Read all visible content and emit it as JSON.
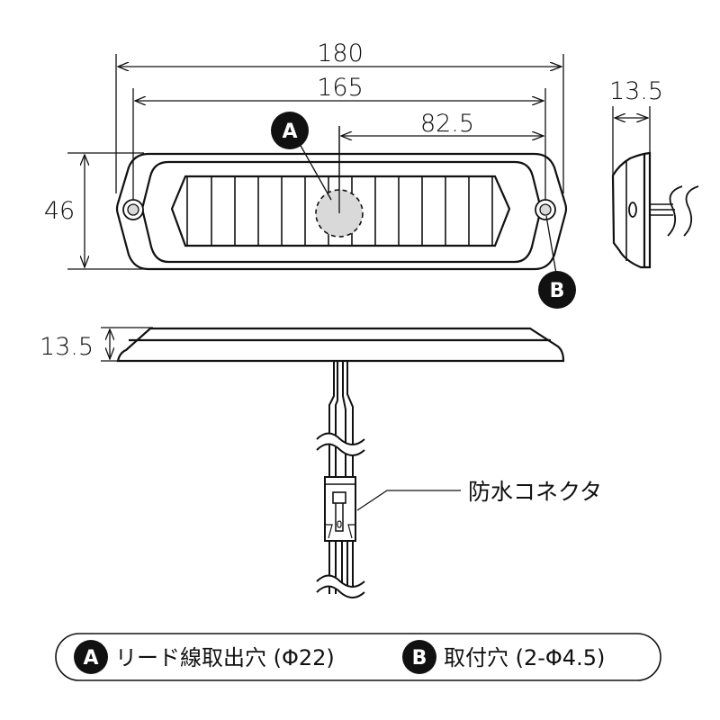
{
  "dimensions": {
    "overall_width": "180",
    "hole_pitch": "165",
    "center_to_hole": "82.5",
    "height": "46",
    "depth_side": "13.5",
    "depth_front": "13.5"
  },
  "markers": {
    "a": "A",
    "b": "B"
  },
  "callouts": {
    "connector": "防水コネクタ"
  },
  "legend": {
    "a_badge": "A",
    "a_text": "リード線取出穴 (Φ22)",
    "b_badge": "B",
    "b_text": "取付穴 (2-Φ4.5)"
  },
  "colors": {
    "line": "#111111",
    "hole_fill": "#d9d9d9",
    "badge_fill": "#111111",
    "background": "#ffffff"
  }
}
